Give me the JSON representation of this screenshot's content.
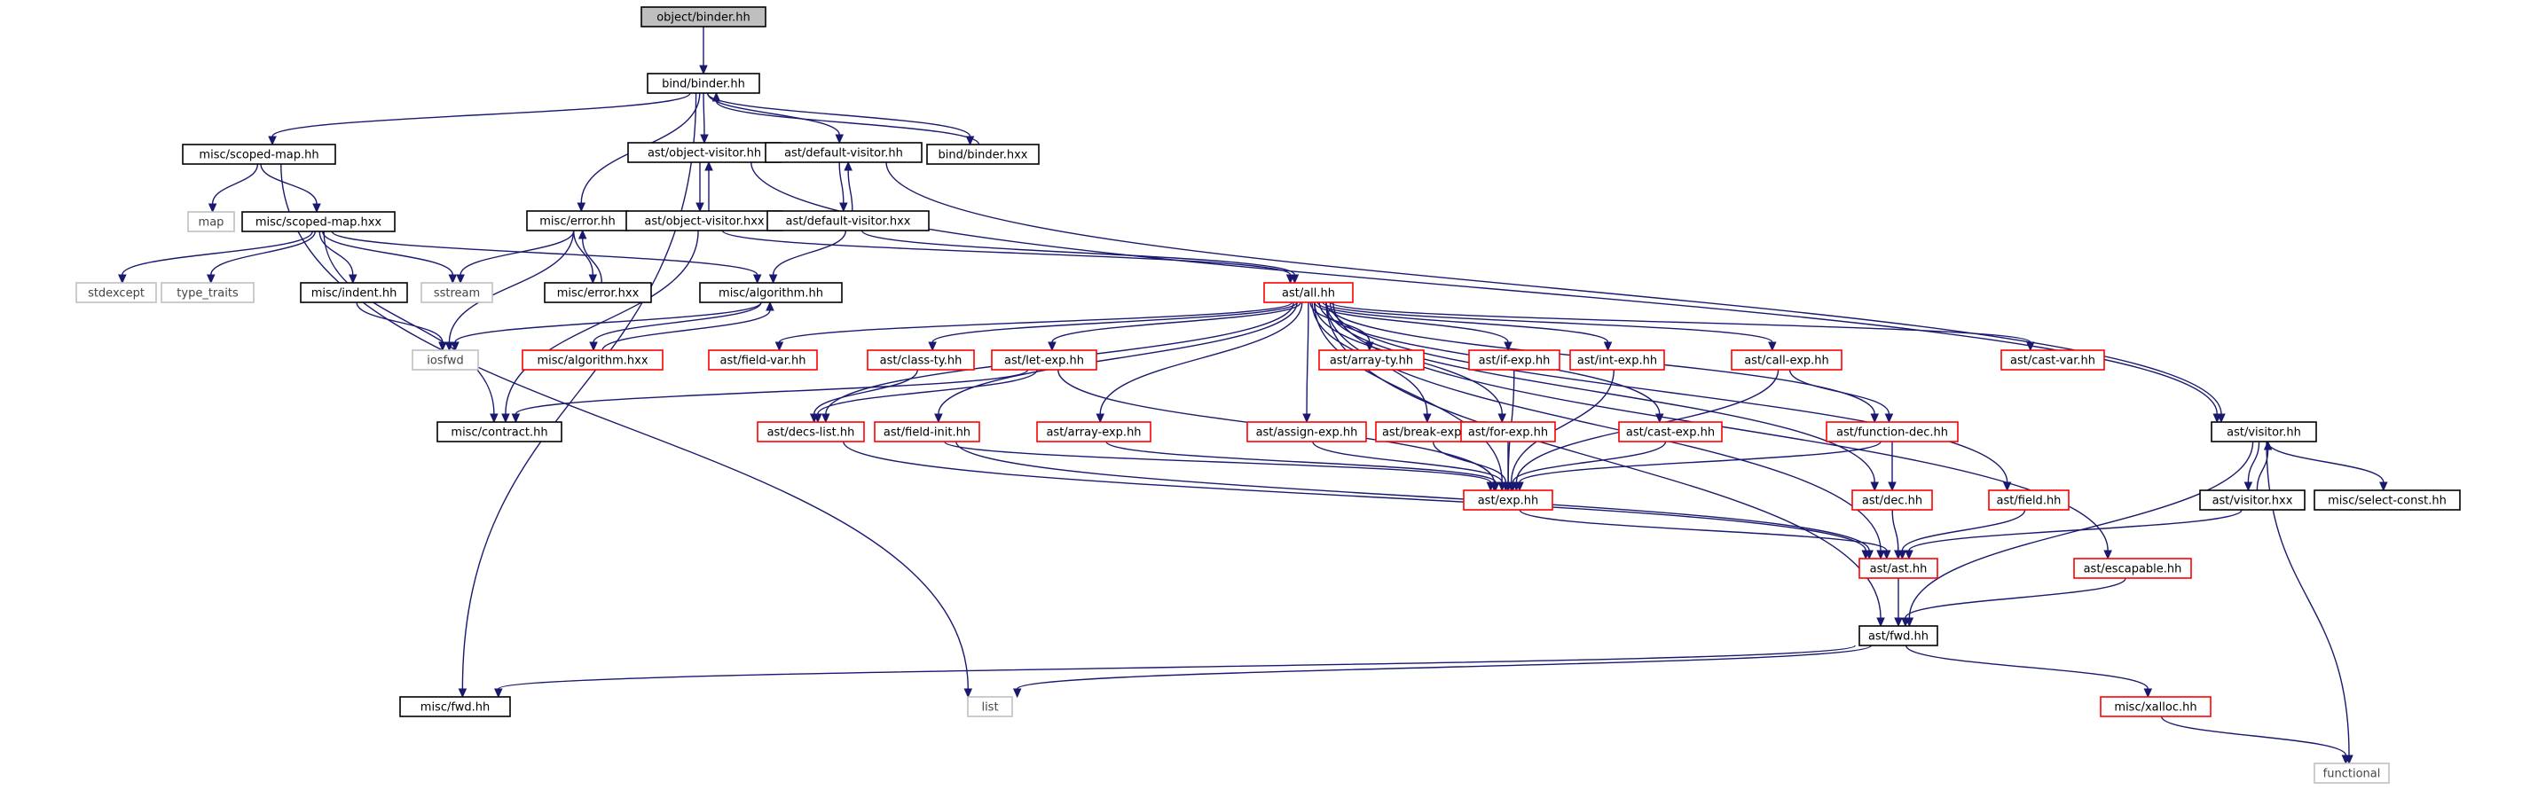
{
  "nodes": {
    "object_binder": {
      "label": "object/binder.hh",
      "style": "focus"
    },
    "bind_binder": {
      "label": "bind/binder.hh",
      "style": "normal"
    },
    "misc_scoped_map": {
      "label": "misc/scoped-map.hh",
      "style": "normal"
    },
    "ast_object_visitor": {
      "label": "ast/object-visitor.hh",
      "style": "normal"
    },
    "ast_default_visitor": {
      "label": "ast/default-visitor.hh",
      "style": "normal"
    },
    "bind_binder_hxx": {
      "label": "bind/binder.hxx",
      "style": "normal"
    },
    "map": {
      "label": "map",
      "style": "gray"
    },
    "misc_scoped_map_hxx": {
      "label": "misc/scoped-map.hxx",
      "style": "normal"
    },
    "misc_error": {
      "label": "misc/error.hh",
      "style": "normal"
    },
    "ast_object_visitor_hxx": {
      "label": "ast/object-visitor.hxx",
      "style": "normal"
    },
    "ast_default_visitor_hxx": {
      "label": "ast/default-visitor.hxx",
      "style": "normal"
    },
    "stdexcept": {
      "label": "stdexcept",
      "style": "gray"
    },
    "type_traits": {
      "label": "type_traits",
      "style": "gray"
    },
    "misc_indent": {
      "label": "misc/indent.hh",
      "style": "normal"
    },
    "sstream": {
      "label": "sstream",
      "style": "gray"
    },
    "misc_error_hxx": {
      "label": "misc/error.hxx",
      "style": "normal"
    },
    "misc_algorithm": {
      "label": "misc/algorithm.hh",
      "style": "normal"
    },
    "ast_all": {
      "label": "ast/all.hh",
      "style": "red"
    },
    "iosfwd": {
      "label": "iosfwd",
      "style": "gray"
    },
    "misc_algorithm_hxx": {
      "label": "misc/algorithm.hxx",
      "style": "red"
    },
    "ast_field_var": {
      "label": "ast/field-var.hh",
      "style": "red"
    },
    "ast_class_ty": {
      "label": "ast/class-ty.hh",
      "style": "red"
    },
    "ast_let_exp": {
      "label": "ast/let-exp.hh",
      "style": "red"
    },
    "ast_array_ty": {
      "label": "ast/array-ty.hh",
      "style": "red"
    },
    "ast_if_exp": {
      "label": "ast/if-exp.hh",
      "style": "red"
    },
    "ast_int_exp": {
      "label": "ast/int-exp.hh",
      "style": "red"
    },
    "ast_call_exp": {
      "label": "ast/call-exp.hh",
      "style": "red"
    },
    "ast_cast_var": {
      "label": "ast/cast-var.hh",
      "style": "red"
    },
    "misc_contract": {
      "label": "misc/contract.hh",
      "style": "normal"
    },
    "ast_decs_list": {
      "label": "ast/decs-list.hh",
      "style": "red"
    },
    "ast_field_init": {
      "label": "ast/field-init.hh",
      "style": "red"
    },
    "ast_array_exp": {
      "label": "ast/array-exp.hh",
      "style": "red"
    },
    "ast_assign_exp": {
      "label": "ast/assign-exp.hh",
      "style": "red"
    },
    "ast_break_exp": {
      "label": "ast/break-exp.hh",
      "style": "red"
    },
    "ast_for_exp": {
      "label": "ast/for-exp.hh",
      "style": "red"
    },
    "ast_cast_exp": {
      "label": "ast/cast-exp.hh",
      "style": "red"
    },
    "ast_function_dec": {
      "label": "ast/function-dec.hh",
      "style": "red"
    },
    "ast_visitor": {
      "label": "ast/visitor.hh",
      "style": "normal"
    },
    "ast_exp": {
      "label": "ast/exp.hh",
      "style": "red"
    },
    "ast_dec": {
      "label": "ast/dec.hh",
      "style": "red"
    },
    "ast_field": {
      "label": "ast/field.hh",
      "style": "red"
    },
    "ast_visitor_hxx": {
      "label": "ast/visitor.hxx",
      "style": "normal"
    },
    "misc_select_const": {
      "label": "misc/select-const.hh",
      "style": "normal"
    },
    "ast_ast": {
      "label": "ast/ast.hh",
      "style": "red"
    },
    "ast_escapable": {
      "label": "ast/escapable.hh",
      "style": "red"
    },
    "ast_fwd": {
      "label": "ast/fwd.hh",
      "style": "normal"
    },
    "misc_fwd": {
      "label": "misc/fwd.hh",
      "style": "normal"
    },
    "list": {
      "label": "list",
      "style": "gray"
    },
    "misc_xalloc": {
      "label": "misc/xalloc.hh",
      "style": "red"
    },
    "functional": {
      "label": "functional",
      "style": "gray"
    }
  },
  "edges": [
    [
      "object_binder",
      "bind_binder"
    ],
    [
      "bind_binder",
      "misc_scoped_map"
    ],
    [
      "bind_binder",
      "ast_object_visitor"
    ],
    [
      "bind_binder",
      "ast_default_visitor"
    ],
    [
      "bind_binder",
      "bind_binder_hxx"
    ],
    [
      "bind_binder",
      "misc_error"
    ],
    [
      "bind_binder",
      "misc_fwd"
    ],
    [
      "bind_binder_hxx",
      "bind_binder"
    ],
    [
      "misc_scoped_map",
      "map"
    ],
    [
      "misc_scoped_map",
      "misc_scoped_map_hxx"
    ],
    [
      "misc_scoped_map",
      "list"
    ],
    [
      "misc_scoped_map_hxx",
      "stdexcept"
    ],
    [
      "misc_scoped_map_hxx",
      "type_traits"
    ],
    [
      "misc_scoped_map_hxx",
      "misc_indent"
    ],
    [
      "misc_scoped_map_hxx",
      "sstream"
    ],
    [
      "misc_scoped_map_hxx",
      "misc_algorithm"
    ],
    [
      "misc_scoped_map_hxx",
      "misc_contract"
    ],
    [
      "misc_indent",
      "iosfwd"
    ],
    [
      "misc_error",
      "sstream"
    ],
    [
      "misc_error",
      "iosfwd"
    ],
    [
      "misc_error",
      "misc_error_hxx"
    ],
    [
      "misc_error_hxx",
      "misc_error"
    ],
    [
      "ast_object_visitor",
      "ast_object_visitor_hxx"
    ],
    [
      "ast_object_visitor_hxx",
      "ast_object_visitor"
    ],
    [
      "ast_object_visitor",
      "ast_visitor"
    ],
    [
      "ast_object_visitor_hxx",
      "ast_all"
    ],
    [
      "ast_object_visitor_hxx",
      "misc_contract"
    ],
    [
      "ast_default_visitor",
      "ast_default_visitor_hxx"
    ],
    [
      "ast_default_visitor_hxx",
      "ast_default_visitor"
    ],
    [
      "ast_default_visitor",
      "ast_visitor"
    ],
    [
      "ast_default_visitor_hxx",
      "misc_algorithm"
    ],
    [
      "ast_default_visitor_hxx",
      "ast_all"
    ],
    [
      "misc_algorithm",
      "iosfwd"
    ],
    [
      "misc_algorithm",
      "misc_algorithm_hxx"
    ],
    [
      "misc_algorithm_hxx",
      "misc_algorithm"
    ],
    [
      "ast_all",
      "ast_field_var"
    ],
    [
      "ast_all",
      "ast_class_ty"
    ],
    [
      "ast_all",
      "ast_let_exp"
    ],
    [
      "ast_all",
      "ast_array_ty"
    ],
    [
      "ast_all",
      "ast_if_exp"
    ],
    [
      "ast_all",
      "ast_int_exp"
    ],
    [
      "ast_all",
      "ast_call_exp"
    ],
    [
      "ast_all",
      "ast_cast_var"
    ],
    [
      "ast_all",
      "ast_decs_list"
    ],
    [
      "ast_all",
      "ast_field_init"
    ],
    [
      "ast_all",
      "ast_array_exp"
    ],
    [
      "ast_all",
      "ast_assign_exp"
    ],
    [
      "ast_all",
      "ast_break_exp"
    ],
    [
      "ast_all",
      "ast_for_exp"
    ],
    [
      "ast_all",
      "ast_cast_exp"
    ],
    [
      "ast_all",
      "ast_function_dec"
    ],
    [
      "ast_all",
      "ast_exp"
    ],
    [
      "ast_all",
      "ast_dec"
    ],
    [
      "ast_all",
      "ast_field"
    ],
    [
      "ast_all",
      "ast_ast"
    ],
    [
      "ast_all",
      "ast_escapable"
    ],
    [
      "ast_all",
      "ast_fwd"
    ],
    [
      "ast_class_ty",
      "ast_decs_list"
    ],
    [
      "ast_let_exp",
      "ast_decs_list"
    ],
    [
      "ast_let_exp",
      "misc_contract"
    ],
    [
      "ast_let_exp",
      "ast_exp"
    ],
    [
      "ast_if_exp",
      "ast_exp"
    ],
    [
      "ast_int_exp",
      "ast_exp"
    ],
    [
      "ast_call_exp",
      "ast_exp"
    ],
    [
      "ast_call_exp",
      "ast_function_dec"
    ],
    [
      "ast_decs_list",
      "ast_ast"
    ],
    [
      "ast_field_init",
      "ast_exp"
    ],
    [
      "ast_field_init",
      "ast_ast"
    ],
    [
      "ast_array_exp",
      "ast_exp"
    ],
    [
      "ast_assign_exp",
      "ast_exp"
    ],
    [
      "ast_break_exp",
      "ast_exp"
    ],
    [
      "ast_for_exp",
      "ast_exp"
    ],
    [
      "ast_cast_exp",
      "ast_exp"
    ],
    [
      "ast_function_dec",
      "ast_exp"
    ],
    [
      "ast_function_dec",
      "ast_dec"
    ],
    [
      "ast_exp",
      "ast_ast"
    ],
    [
      "ast_dec",
      "ast_ast"
    ],
    [
      "ast_field",
      "ast_ast"
    ],
    [
      "ast_visitor",
      "ast_visitor_hxx"
    ],
    [
      "ast_visitor_hxx",
      "ast_visitor"
    ],
    [
      "ast_visitor",
      "misc_select_const"
    ],
    [
      "ast_visitor",
      "ast_fwd"
    ],
    [
      "ast_visitor",
      "functional"
    ],
    [
      "ast_visitor_hxx",
      "ast_ast"
    ],
    [
      "ast_ast",
      "ast_fwd"
    ],
    [
      "ast_escapable",
      "ast_fwd"
    ],
    [
      "ast_fwd",
      "misc_fwd"
    ],
    [
      "ast_fwd",
      "list"
    ],
    [
      "ast_fwd",
      "misc_xalloc"
    ],
    [
      "misc_xalloc",
      "functional"
    ]
  ]
}
